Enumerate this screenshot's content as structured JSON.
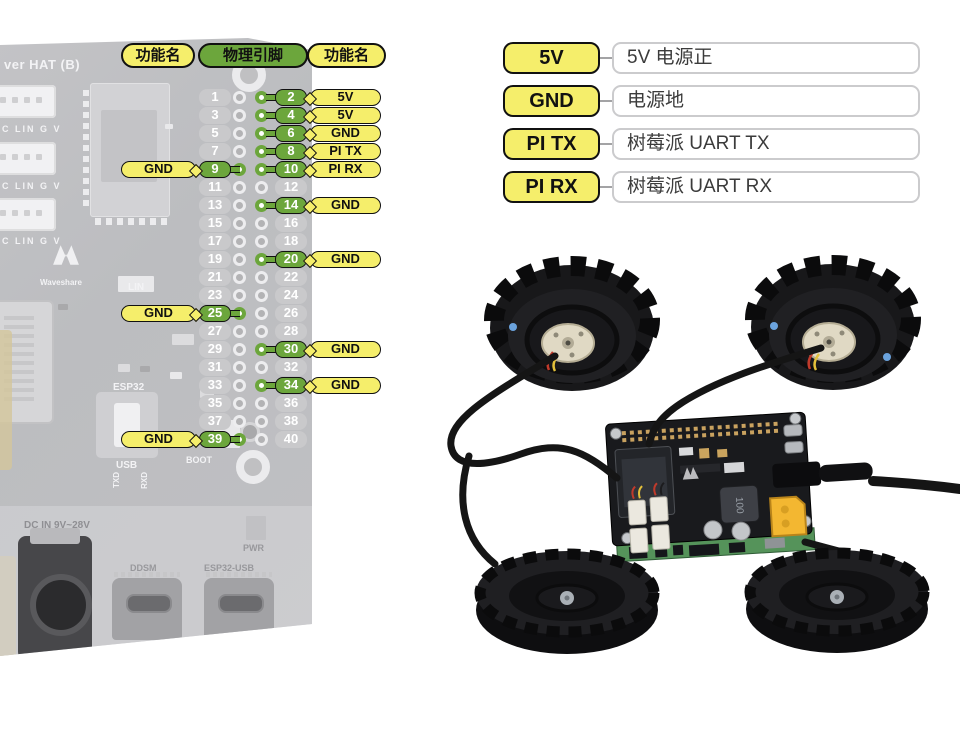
{
  "pinout": {
    "header": {
      "left": "功能名",
      "center": "物理引脚",
      "right": "功能名"
    },
    "rows": [
      {
        "odd_pin": 1,
        "even_pin": 2,
        "right_label": "5V",
        "even_active": true
      },
      {
        "odd_pin": 3,
        "even_pin": 4,
        "right_label": "5V",
        "even_active": true
      },
      {
        "odd_pin": 5,
        "even_pin": 6,
        "right_label": "GND",
        "even_active": true
      },
      {
        "odd_pin": 7,
        "even_pin": 8,
        "right_label": "PI TX",
        "even_active": true
      },
      {
        "odd_pin": 9,
        "even_pin": 10,
        "left_label": "GND",
        "odd_active": true,
        "right_label": "PI RX",
        "even_active": true
      },
      {
        "odd_pin": 11,
        "even_pin": 12
      },
      {
        "odd_pin": 13,
        "even_pin": 14,
        "right_label": "GND",
        "even_active": true
      },
      {
        "odd_pin": 15,
        "even_pin": 16
      },
      {
        "odd_pin": 17,
        "even_pin": 18
      },
      {
        "odd_pin": 19,
        "even_pin": 20,
        "right_label": "GND",
        "even_active": true
      },
      {
        "odd_pin": 21,
        "even_pin": 22
      },
      {
        "odd_pin": 23,
        "even_pin": 24
      },
      {
        "odd_pin": 25,
        "even_pin": 26,
        "left_label": "GND",
        "odd_active": true
      },
      {
        "odd_pin": 27,
        "even_pin": 28
      },
      {
        "odd_pin": 29,
        "even_pin": 30,
        "right_label": "GND",
        "even_active": true
      },
      {
        "odd_pin": 31,
        "even_pin": 32
      },
      {
        "odd_pin": 33,
        "even_pin": 34,
        "right_label": "GND",
        "even_active": true
      },
      {
        "odd_pin": 35,
        "even_pin": 36
      },
      {
        "odd_pin": 37,
        "even_pin": 38
      },
      {
        "odd_pin": 39,
        "even_pin": 40,
        "left_label": "GND",
        "odd_active": true
      }
    ]
  },
  "legend": {
    "items": [
      {
        "badge": "5V",
        "desc": "5V 电源正"
      },
      {
        "badge": "GND",
        "desc": "电源地"
      },
      {
        "badge": "PI TX",
        "desc": "树莓派 UART TX"
      },
      {
        "badge": "PI RX",
        "desc": "树莓派 UART RX"
      }
    ]
  },
  "board": {
    "title": "ver HAT (B)",
    "channel_label": "C LIN G V",
    "lin": "LIN",
    "waveshare": "Waveshare",
    "esp32": "ESP32",
    "usb": "USB",
    "boot": "BOOT",
    "txd": "TXD",
    "rxd": "RXD",
    "dc_in": "DC IN 9V~28V",
    "ddsm": "DDSM",
    "esp32_usb": "ESP32-USB",
    "pwr": "PWR"
  },
  "robot": {
    "inductor_label": "100"
  },
  "colors": {
    "green": "#6CA63C",
    "yellow": "#F5EE6B",
    "badge_gray": "#C9C9CB"
  }
}
